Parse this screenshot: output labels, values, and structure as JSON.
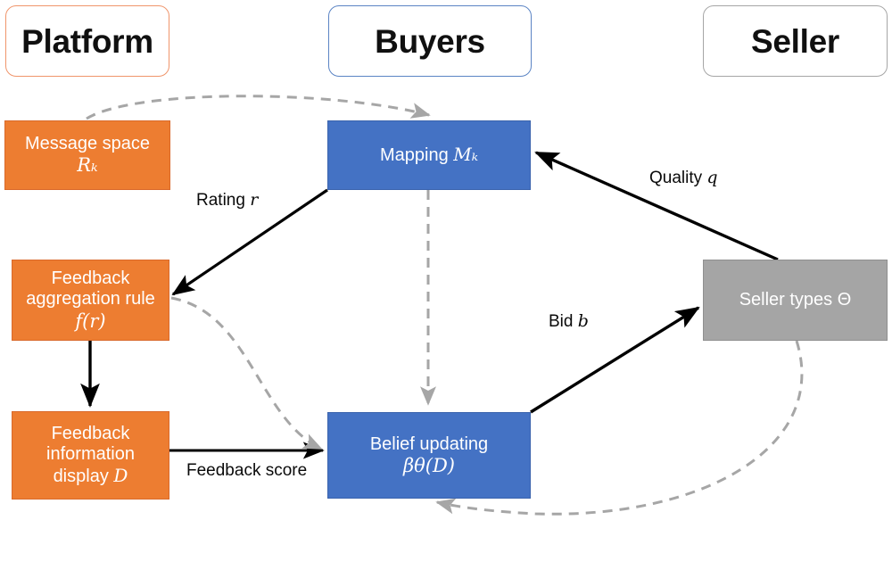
{
  "headers": [
    {
      "id": "platform",
      "label": "Platform",
      "accent": "#F0956B"
    },
    {
      "id": "buyers",
      "label": "Buyers",
      "accent": "#5B84C4"
    },
    {
      "id": "seller",
      "label": "Seller",
      "accent": "#A6A6A6"
    }
  ],
  "nodes": {
    "message": {
      "line1": "Message space",
      "math": "Rₖ",
      "color": "#ED7D31"
    },
    "aggregate": {
      "line1": "Feedback",
      "line2": "aggregation rule",
      "math": "f(r)",
      "color": "#ED7D31"
    },
    "display": {
      "line1": "Feedback",
      "line2": "information",
      "line3": "display D",
      "color": "#ED7D31"
    },
    "mapping": {
      "line1": "Mapping Mₖ",
      "color": "#4472C4"
    },
    "belief": {
      "line1": "Belief updating",
      "math": "βθ(D)",
      "color": "#4472C4"
    },
    "seller": {
      "line1": "Seller types Θ",
      "color": "#A5A5A5"
    }
  },
  "edge_labels": {
    "rating": "Rating r",
    "quality": "Quality q",
    "bid": "Bid b",
    "feedback_score": "Feedback score"
  },
  "colors": {
    "orange": "#ED7D31",
    "blue": "#4472C4",
    "gray": "#A5A5A5",
    "solid_arrow": "#000000",
    "dashed_arrow": "#A6A6A6",
    "background": "#FFFFFF"
  }
}
